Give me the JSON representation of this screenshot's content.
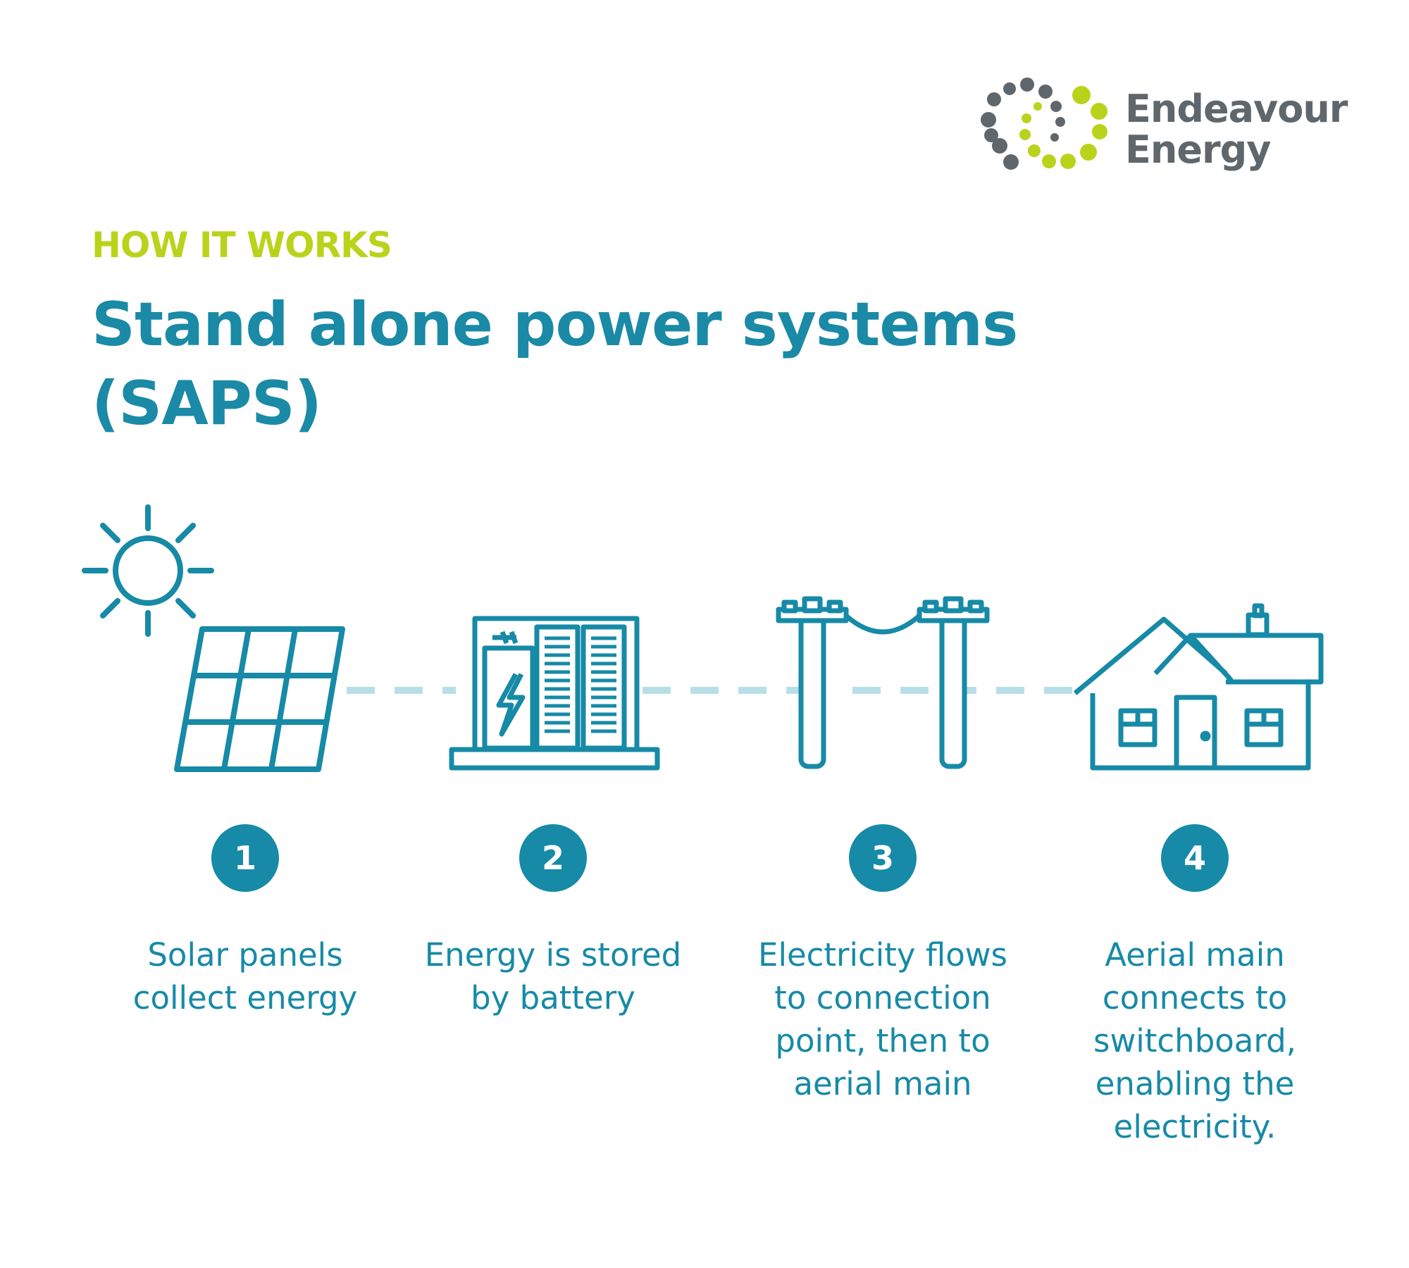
{
  "brand": {
    "line1": "Endeavour",
    "line2": "Energy"
  },
  "eyebrow": "HOW IT WORKS",
  "title": {
    "line1": "Stand alone power systems",
    "line2": "(SAPS)"
  },
  "steps": [
    {
      "number": "1",
      "caption_lines": [
        "Solar panels",
        "collect energy"
      ],
      "icon": "solar-panel-icon"
    },
    {
      "number": "2",
      "caption_lines": [
        "Energy is stored",
        "by battery"
      ],
      "icon": "battery-icon"
    },
    {
      "number": "3",
      "caption_lines": [
        "Electricity flows",
        "to connection",
        "point, then to",
        "aerial main"
      ],
      "icon": "power-pole-icon"
    },
    {
      "number": "4",
      "caption_lines": [
        "Aerial main",
        "connects to",
        "switchboard,",
        "enabling the",
        "electricity."
      ],
      "icon": "house-icon"
    }
  ],
  "colors": {
    "primary": "#168aa6",
    "accent": "#b9d31b",
    "logo_grey": "#5f676d",
    "connector": "#b8dfe8"
  }
}
